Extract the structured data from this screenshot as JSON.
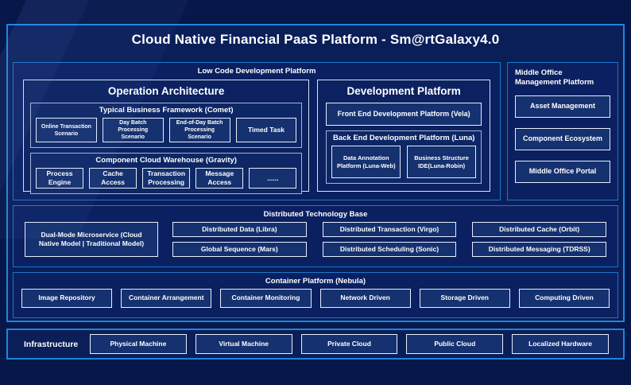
{
  "title": "Cloud Native Financial PaaS Platform - Sm@rtGalaxy4.0",
  "low_code": {
    "label": "Low Code Development Platform",
    "operation": {
      "title": "Operation Architecture",
      "business_framework": {
        "title": "Typical Business Framework (Comet)",
        "items": [
          "Online Transaction Scenario",
          "Day Batch Processing Scenario",
          "End-of-Day Batch Processing Scenario",
          "Timed Task"
        ]
      },
      "cloud_warehouse": {
        "title": "Component Cloud Warehouse (Gravity)",
        "items": [
          "Process Engine",
          "Cache Access",
          "Transaction Processing",
          "Message Access",
          "......"
        ]
      }
    },
    "development": {
      "title": "Development Platform",
      "front_end": "Front End Development Platform (Vela)",
      "back_end": {
        "title": "Back End Development Platform (Luna)",
        "items": [
          "Data Annotation Platform (Luna-Web)",
          "Business Structure IDE(Luna-Robin)"
        ]
      }
    }
  },
  "middle_office": {
    "label": "Middle Office Management Platform",
    "items": [
      "Asset Management",
      "Component Ecosystem",
      "Middle Office Portal"
    ]
  },
  "distributed": {
    "label": "Distributed Technology Base",
    "microservice": "Dual-Mode Microservice (Cloud Native Model | Traditional Model)",
    "grid": [
      [
        "Distributed Data (Libra)",
        "Distributed Transaction (Virgo)",
        "Distributed Cache (Orbit)"
      ],
      [
        "Global Sequence (Mars)",
        "Distributed Scheduling (Sonic)",
        "Distributed Messaging (TDRSS)"
      ]
    ]
  },
  "container": {
    "label": "Container Platform (Nebula)",
    "items": [
      "Image Repository",
      "Container Arrangement",
      "Container Monitoring",
      "Network Driven",
      "Storage Driven",
      "Computing Driven"
    ]
  },
  "infrastructure": {
    "label": "Infrastructure",
    "items": [
      "Physical Machine",
      "Virtual Machine",
      "Private Cloud",
      "Public Cloud",
      "Localized Hardware"
    ]
  },
  "colors": {
    "background": "#07174a",
    "panel_fill": "#0a1e58",
    "bright_border": "#1d86de",
    "section_border": "#1a78cc",
    "leaf_border": "#e8eefb",
    "mid_border": "#a6b4d6",
    "leaf_fill": "#15316f",
    "text": "#ffffff"
  }
}
